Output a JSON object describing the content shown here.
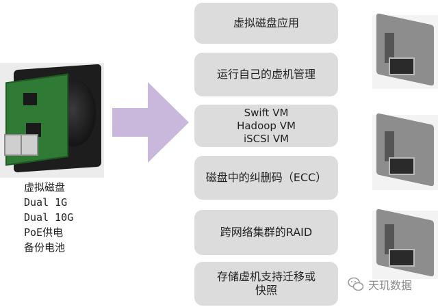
{
  "specs": [
    "虚拟磁盘",
    "Dual 1G",
    "Dual 10G",
    "PoE供电",
    "备份电池"
  ],
  "features": {
    "f1": "虚拟磁盘应用",
    "f2": "运行自己的虚机管理",
    "f3": [
      "Swift VM",
      "Hadoop VM",
      "iSCSI VM"
    ],
    "f4": "磁盘中的纠删码（ECC）",
    "f5": "跨网络集群的RAID",
    "f6": [
      "存储虚机支持迁移或",
      "快照"
    ]
  },
  "watermark": "天玑数据",
  "colors": {
    "arrow": "#c9b8dc",
    "box": "#dcdcdc",
    "pcb": "#2f7a34"
  }
}
